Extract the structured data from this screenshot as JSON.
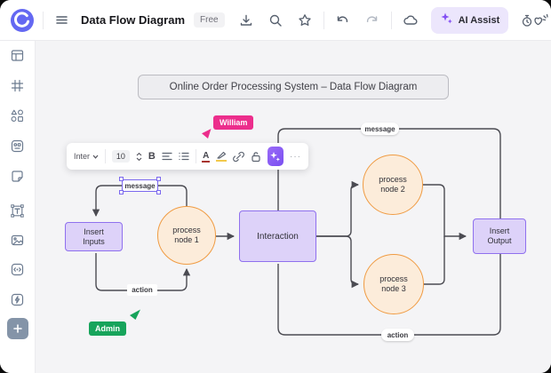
{
  "header": {
    "title": "Data Flow Diagram",
    "plan_badge": "Free",
    "ai_assist": "AI Assist",
    "icons": [
      "menu-icon",
      "download-icon",
      "search-icon",
      "star-icon",
      "undo-icon",
      "redo-icon",
      "cloud-icon",
      "ai-sparkle-icon",
      "reactions-icon",
      "stats-icon"
    ]
  },
  "sidebar": {
    "icons": [
      "templates-icon",
      "grid-icon",
      "shapes-icon",
      "frames-icon",
      "sticky-note-icon",
      "text-icon",
      "image-icon",
      "embed-code-icon",
      "smart-action-icon",
      "add-icon"
    ]
  },
  "text_toolbar": {
    "font_family": "Inter",
    "font_size": "10",
    "bold": "B",
    "font_color_letter": "A",
    "more": "···"
  },
  "canvas": {
    "diagram_title": "Online Order Processing System – Data Flow Diagram",
    "nodes": {
      "insert_inputs": "Insert\nInputs",
      "process_node_1": "process\nnode 1",
      "interaction": "Interaction",
      "process_node_2": "process\nnode 2",
      "process_node_3": "process\nnode 3",
      "insert_output": "Insert\nOutput"
    },
    "edge_labels": {
      "message_left": "message",
      "action_left": "action",
      "message_top": "message",
      "action_bottom": "action"
    },
    "cursors": {
      "william": {
        "name": "William",
        "color": "#ec2e8c"
      },
      "admin": {
        "name": "Admin",
        "color": "#17a45b"
      }
    }
  },
  "colors": {
    "brand_purple": "#6468f2",
    "node_purple_fill": "#ddd2f9",
    "node_purple_border": "#8f70ee",
    "node_orange_fill": "#fcecda",
    "node_orange_border": "#f09b42",
    "connector": "#4b4b52",
    "canvas_bg": "#f4f4f6",
    "ai_button_bg": "#ece6fc",
    "selection_purple": "#7b68ee"
  }
}
